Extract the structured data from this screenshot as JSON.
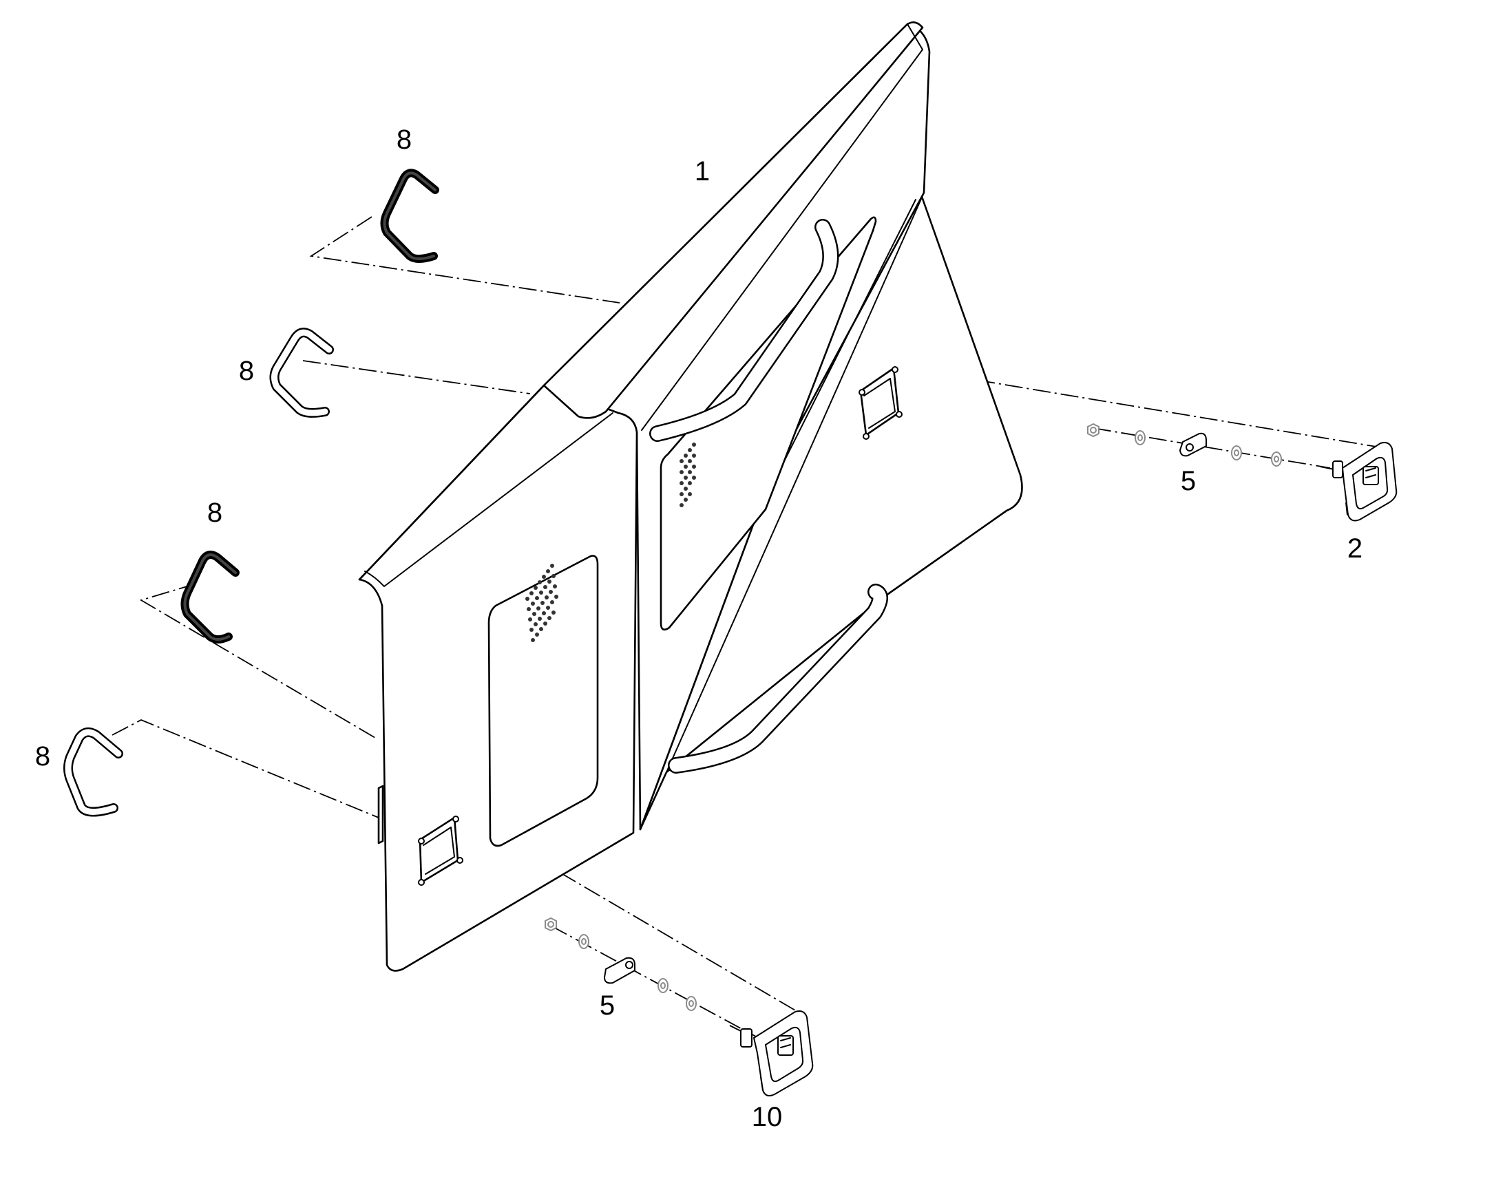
{
  "callouts": {
    "panel": "1",
    "latch_right": "2",
    "cam_right": "5",
    "cam_bottom": "5",
    "clip_1": "8",
    "clip_2": "8",
    "clip_3": "8",
    "clip_4": "8",
    "latch_bottom": "10"
  },
  "colors": {
    "line": "#000000",
    "hardware": "#8a8a8a",
    "background": "#ffffff"
  }
}
